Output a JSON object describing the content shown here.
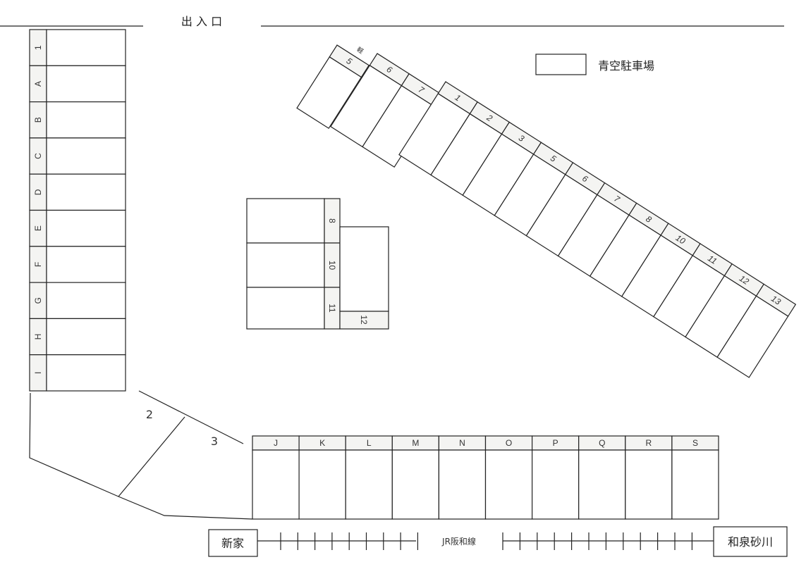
{
  "entrance_label": "出 入 口",
  "legend": {
    "label": "青空駐車場"
  },
  "left_column": {
    "labels": [
      "1",
      "A",
      "B",
      "C",
      "D",
      "E",
      "F",
      "G",
      "H",
      "I"
    ]
  },
  "bottom_row": {
    "labels": [
      "J",
      "K",
      "L",
      "M",
      "N",
      "O",
      "P",
      "Q",
      "R",
      "S"
    ]
  },
  "corner_spaces": {
    "labels": [
      "2",
      "3"
    ]
  },
  "center_block": {
    "left_labels": [
      "8",
      "10",
      "11"
    ],
    "right_label": "12"
  },
  "diagonal_small": {
    "labels": [
      "5",
      "6",
      "7"
    ],
    "note": "軽"
  },
  "diagonal_main": {
    "labels": [
      "1",
      "2",
      "3",
      "5",
      "6",
      "7",
      "8",
      "10",
      "11",
      "12",
      "13"
    ]
  },
  "railway": {
    "line_name": "JR阪和線",
    "station_left": "新家",
    "station_right": "和泉砂川"
  },
  "colors": {
    "line": "#222222",
    "label_band": "#f4f4f2"
  }
}
